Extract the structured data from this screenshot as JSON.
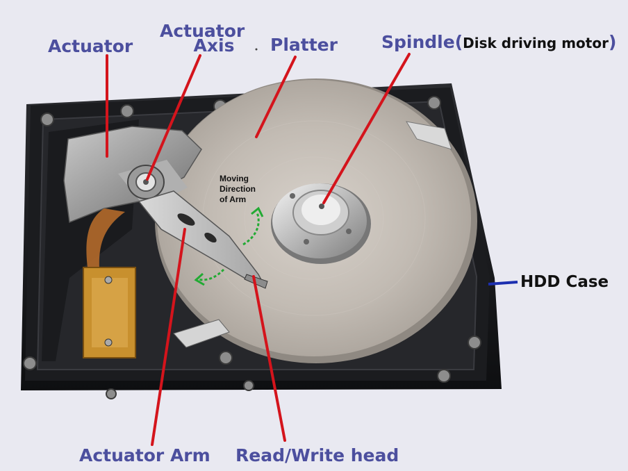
{
  "labels": {
    "actuator": "Actuator",
    "actuator_axis_line1": "Actuator",
    "actuator_axis_line2": "Axis",
    "platter": "Platter",
    "spindle": "Spindle",
    "spindle_note_open": "(",
    "spindle_note": "Disk driving motor",
    "spindle_note_close": ")",
    "hdd_case": "HDD Case",
    "actuator_arm": "Actuator Arm",
    "read_write_head": "Read/Write head",
    "moving_direction_line1": "Moving",
    "moving_direction_line2": "Direction",
    "moving_direction_line3": "of Arm"
  },
  "colors": {
    "label_blue": "#4c4f9e",
    "leader_red": "#d4141c",
    "case_line_blue": "#1c2fb0",
    "arrow_green": "#22aa33",
    "case_black": "#1b1c1f",
    "platter_gray": "#bdb6ae",
    "background": "#e9e9f1"
  }
}
